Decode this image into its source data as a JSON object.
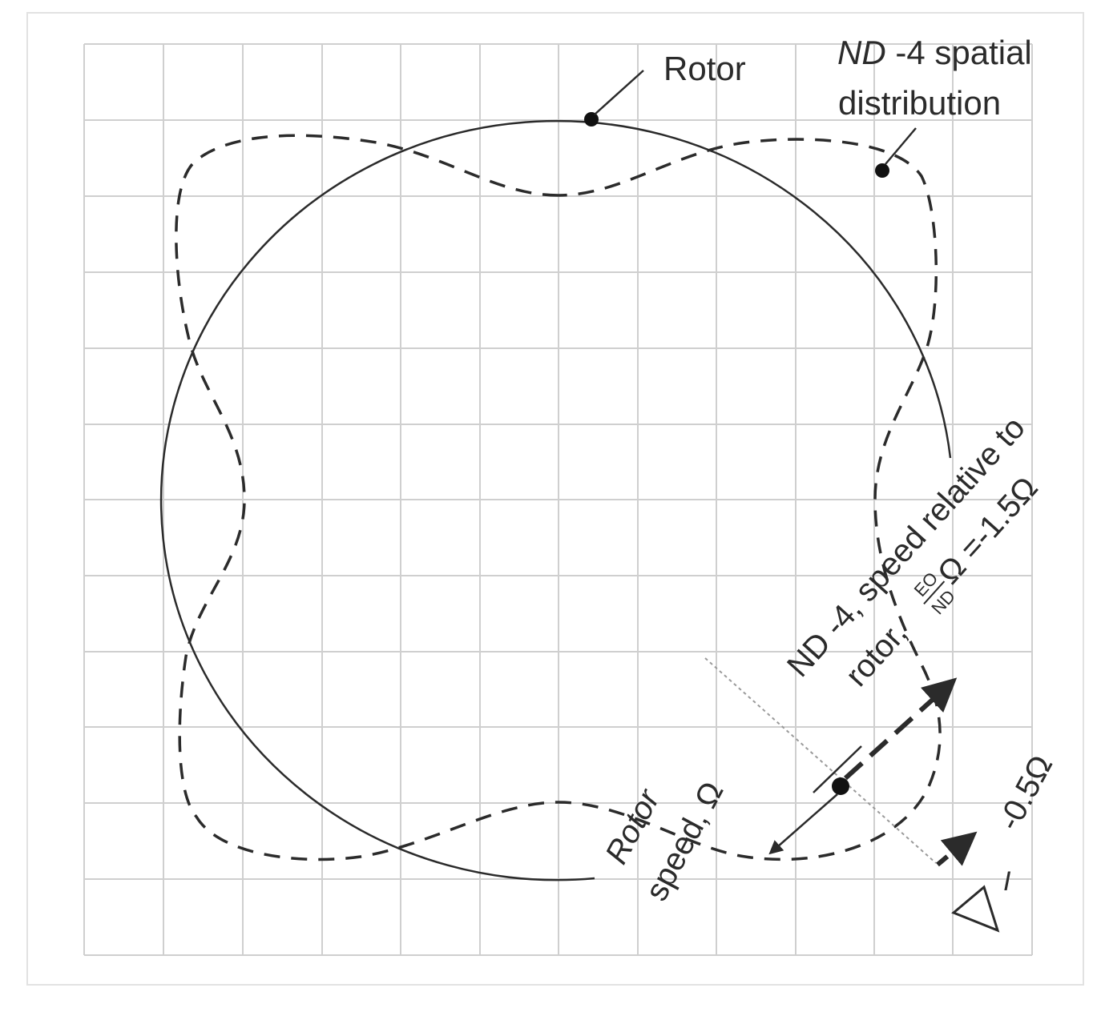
{
  "labels": {
    "rotor": "Rotor",
    "nd_italic": "ND",
    "nd_spatial_rest": " -4 spatial",
    "distribution": "distribution",
    "speed_rel_line1": "ND -4, speed relative to",
    "rotor_prefix": "rotor, ",
    "eo": "EO",
    "nd": "ND",
    "speed_rel_suffix": " Ω =-1.5Ω",
    "rotor_speed_line1": "Rotor",
    "rotor_speed_line2": "speed, Ω",
    "minus_half_omega": "-0.5Ω",
    "observer_mark": "I"
  },
  "colors": {
    "grid": "#cfcfcf",
    "curves": "#2b2b2b",
    "frame": "#e2e2e2"
  }
}
